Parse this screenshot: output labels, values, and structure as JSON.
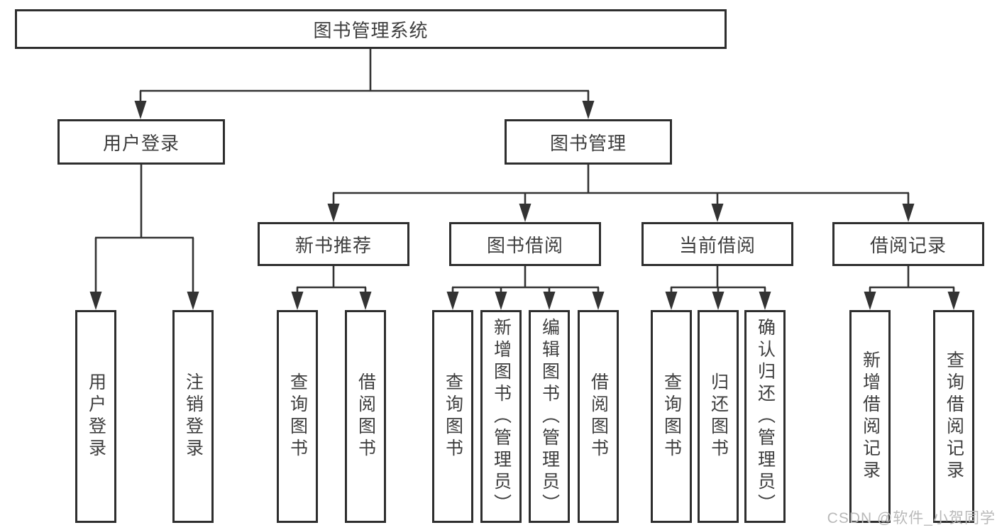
{
  "diagram": {
    "root": {
      "label": "图书管理系统"
    },
    "level2": {
      "login": {
        "label": "用户登录"
      },
      "book_mgmt": {
        "label": "图书管理"
      }
    },
    "level3": {
      "new_books": {
        "label": "新书推荐"
      },
      "book_borrow": {
        "label": "图书借阅"
      },
      "current_borrow": {
        "label": "当前借阅"
      },
      "borrow_records": {
        "label": "借阅记录"
      }
    },
    "leaves": {
      "login_user": {
        "label": "用户登录"
      },
      "logout": {
        "label": "注销登录"
      },
      "nb_query_book": {
        "label": "查询图书"
      },
      "nb_borrow_book": {
        "label": "借阅图书"
      },
      "bb_query_book": {
        "label": "查询图书"
      },
      "bb_add_book": {
        "label": "新增图书（管理员）"
      },
      "bb_edit_book": {
        "label": "编辑图书（管理员）"
      },
      "bb_borrow_book": {
        "label": "借阅图书"
      },
      "cb_query_book": {
        "label": "查询图书"
      },
      "cb_return_book": {
        "label": "归还图书"
      },
      "cb_confirm": {
        "label": "确认归还（管理员）"
      },
      "br_add_record": {
        "label": "新增借阅记录"
      },
      "br_query_record": {
        "label": "查询借阅记录"
      }
    },
    "watermark": "CSDN @软件_小贺同学"
  },
  "colors": {
    "background": "#ffffff",
    "line": "#333333",
    "box_border": "#2e2e2e",
    "text": "#3e3e3e",
    "watermark": "#b9b9b9"
  }
}
